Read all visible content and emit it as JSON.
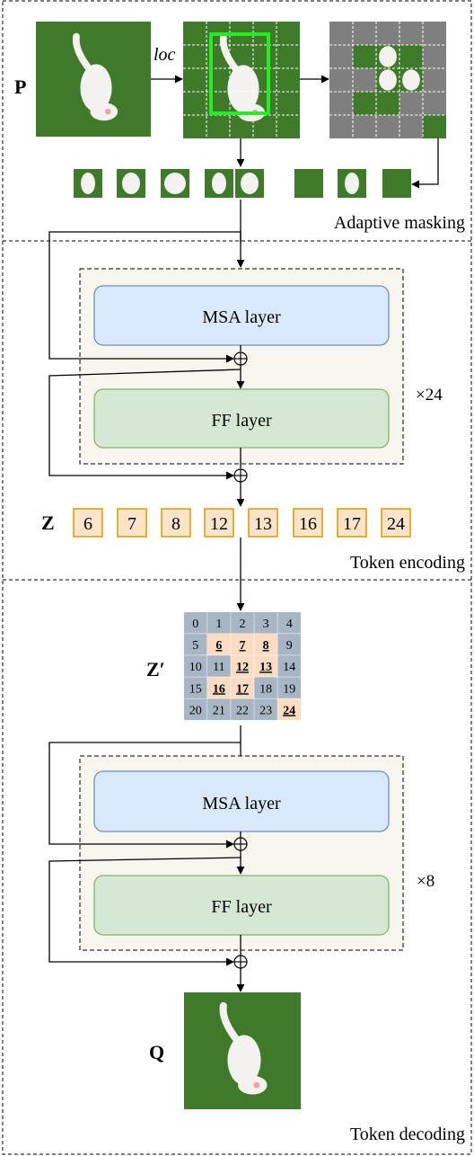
{
  "adaptive_masking": {
    "input_label": "P",
    "loc_label": "loc",
    "section_title": "Adaptive masking"
  },
  "token_encoding": {
    "msa_label": "MSA layer",
    "ff_label": "FF layer",
    "repeat_label": "×24",
    "z_label": "Z",
    "tokens": [
      "6",
      "7",
      "8",
      "12",
      "13",
      "16",
      "17",
      "24"
    ],
    "section_title": "Token encoding"
  },
  "token_decoding": {
    "zprime_label": "Z′",
    "grid": [
      [
        "0",
        "1",
        "2",
        "3",
        "4"
      ],
      [
        "5",
        "6",
        "7",
        "8",
        "9"
      ],
      [
        "10",
        "11",
        "12",
        "13",
        "14"
      ],
      [
        "15",
        "16",
        "17",
        "18",
        "19"
      ],
      [
        "20",
        "21",
        "22",
        "23",
        "24"
      ]
    ],
    "visible_tokens": [
      "6",
      "7",
      "8",
      "12",
      "13",
      "16",
      "17",
      "24"
    ],
    "msa_label": "MSA layer",
    "ff_label": "FF layer",
    "repeat_label": "×8",
    "output_label": "Q",
    "section_title": "Token decoding"
  },
  "colors": {
    "grass": "#3f7a2a",
    "grass_dark": "#2a5a1c",
    "cat": "#f4f2ef",
    "loc_box": "#22ee22",
    "masked_gray": "#7f7f7f",
    "msa_fill": "#dae8fc",
    "msa_stroke": "#6c8ebf",
    "ff_fill": "#d5e8d4",
    "ff_stroke": "#82b366",
    "block_fill": "#f8f5ee",
    "token_fill": "#fde3c8",
    "token_stroke": "#d79b00",
    "grid_gray": "#a7b6c4",
    "grid_orange": "#fbdcc2"
  }
}
